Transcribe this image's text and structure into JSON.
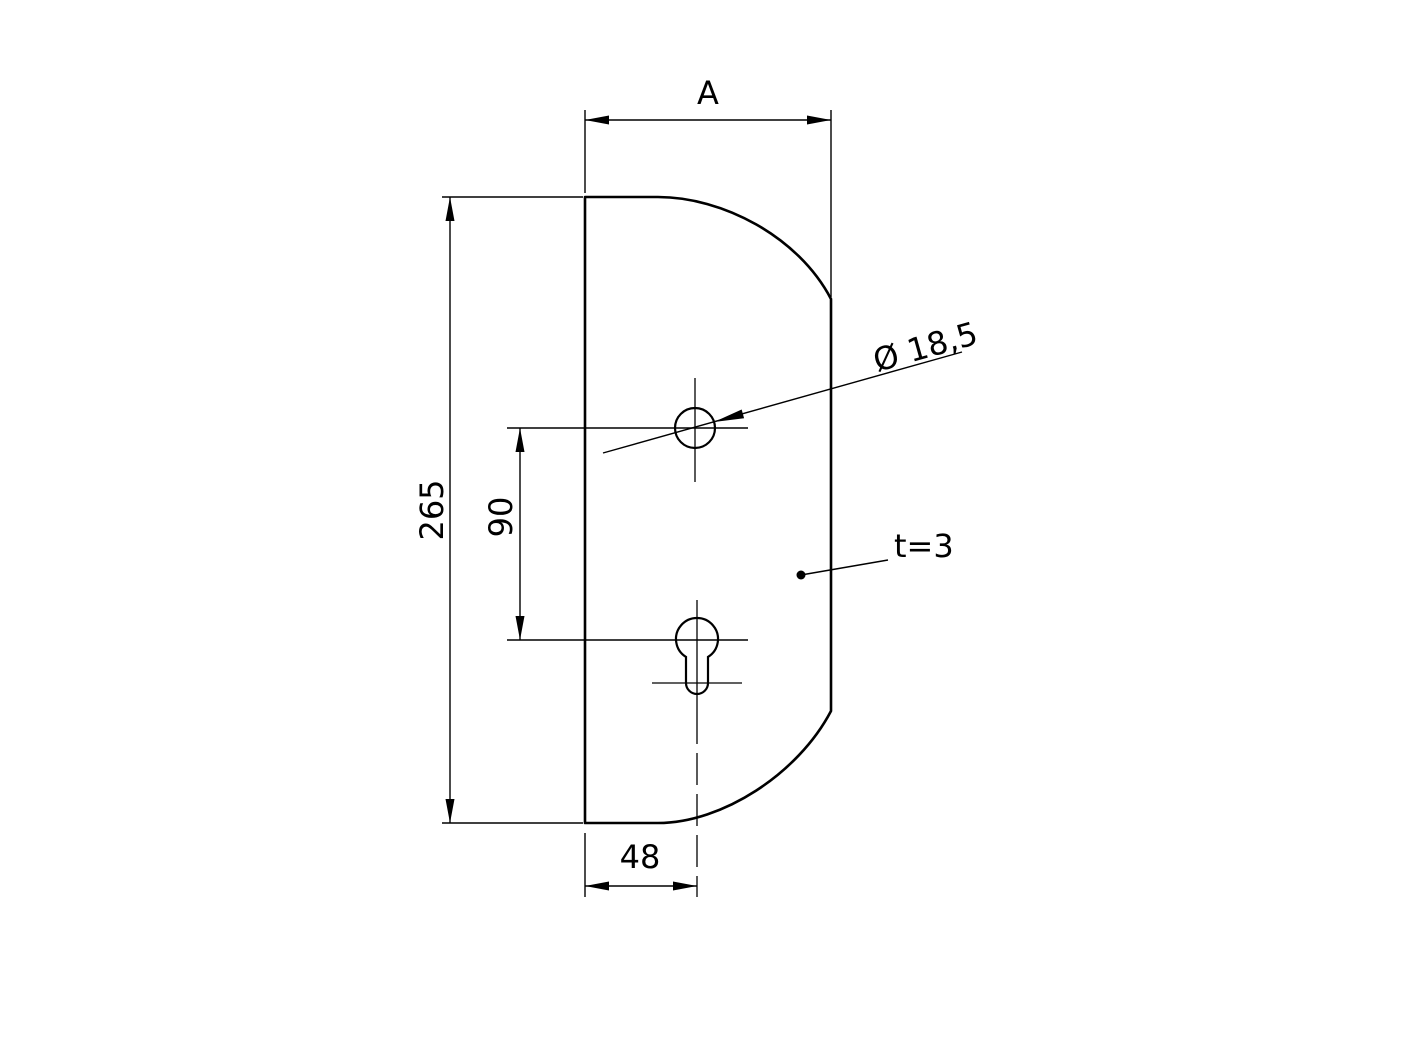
{
  "drawing": {
    "type": "technical-drawing",
    "part": "mounting-plate-side-view",
    "labels": {
      "width_dim": "A",
      "height_dim": "265",
      "hole_spacing_dim": "90",
      "bottom_offset_dim": "48",
      "hole_diameter": "Ø 18,5",
      "thickness": "t=3"
    },
    "features": {
      "round_hole_diameter_mm": 18.5,
      "hole_center_spacing_mm": 90,
      "plate_height_mm": 265,
      "keyhole_center_offset_mm": 48,
      "plate_thickness_mm": 3
    },
    "colors": {
      "line": "#000000",
      "background": "#ffffff"
    }
  }
}
